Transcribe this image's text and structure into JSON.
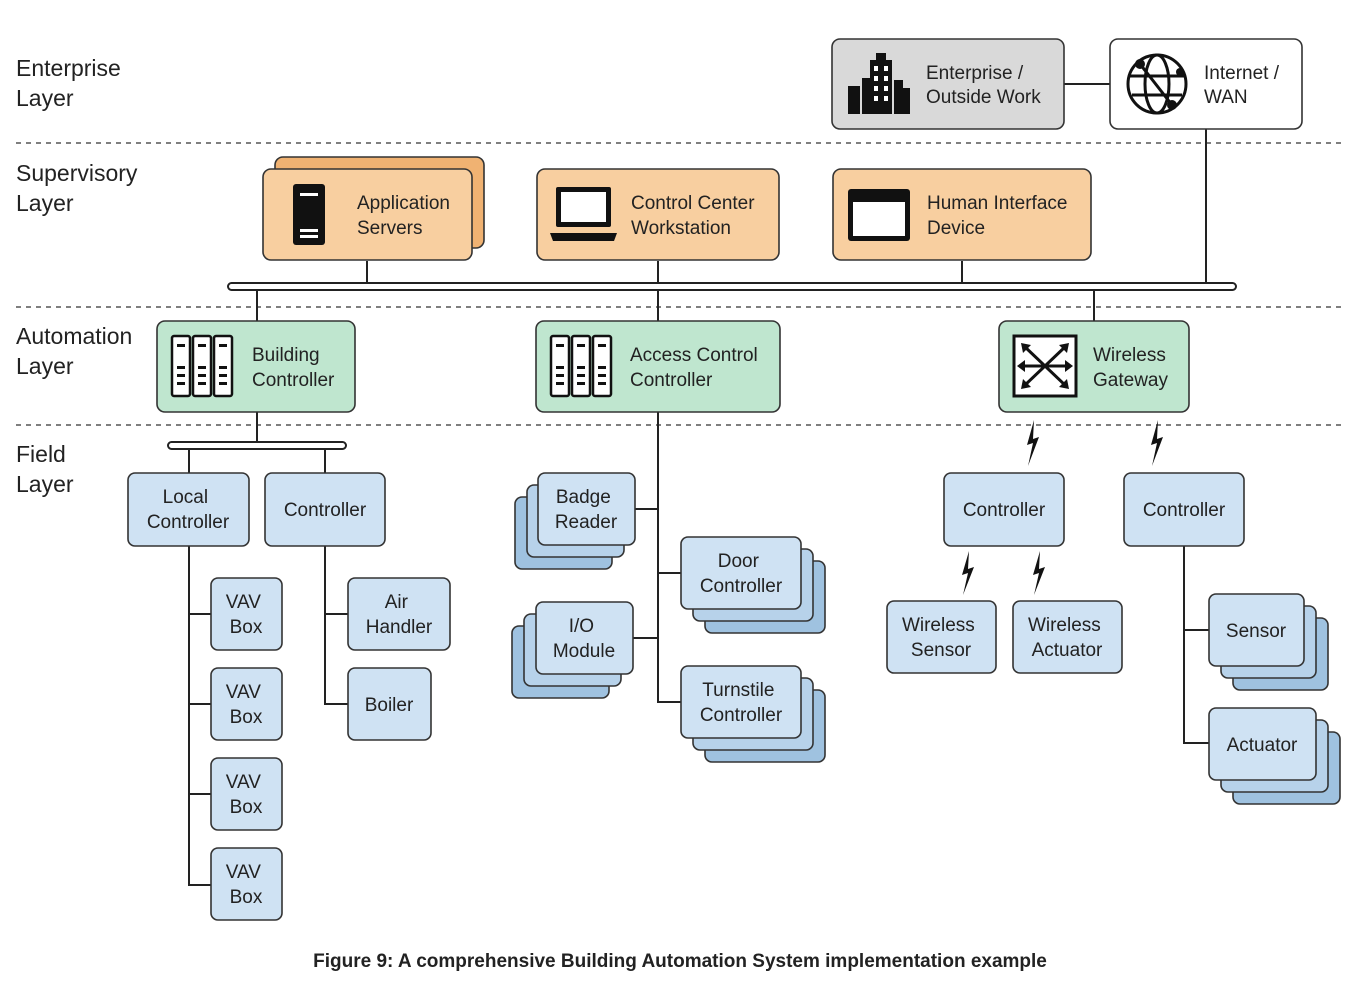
{
  "layers": {
    "enterprise": [
      "Enterprise",
      "Layer"
    ],
    "supervisory": [
      "Supervisory",
      "Layer"
    ],
    "automation": [
      "Automation",
      "Layer"
    ],
    "field": [
      "Field",
      "Layer"
    ]
  },
  "nodes": {
    "enterprise_outside_work": [
      "Enterprise /",
      "Outside Work"
    ],
    "internet_wan": [
      "Internet /",
      "WAN"
    ],
    "application_servers": [
      "Application",
      "Servers"
    ],
    "control_center_workstation": [
      "Control Center",
      "Workstation"
    ],
    "human_interface_device": [
      "Human Interface",
      "Device"
    ],
    "building_controller": [
      "Building",
      "Controller"
    ],
    "access_control_controller": [
      "Access Control",
      "Controller"
    ],
    "wireless_gateway": [
      "Wireless",
      "Gateway"
    ],
    "local_controller": [
      "Local",
      "Controller"
    ],
    "controller_hvac": [
      "Controller"
    ],
    "vav_box_1": [
      "VAV",
      "Box"
    ],
    "vav_box_2": [
      "VAV",
      "Box"
    ],
    "vav_box_3": [
      "VAV",
      "Box"
    ],
    "vav_box_4": [
      "VAV",
      "Box"
    ],
    "air_handler": [
      "Air",
      "Handler"
    ],
    "boiler": [
      "Boiler"
    ],
    "badge_reader": [
      "Badge",
      "Reader"
    ],
    "io_module": [
      "I/O",
      "Module"
    ],
    "door_controller": [
      "Door",
      "Controller"
    ],
    "turnstile_controller": [
      "Turnstile",
      "Controller"
    ],
    "wireless_controller_1": [
      "Controller"
    ],
    "wireless_controller_2": [
      "Controller"
    ],
    "wireless_sensor": [
      "Wireless",
      "Sensor"
    ],
    "wireless_actuator": [
      "Wireless",
      "Actuator"
    ],
    "sensor": [
      "Sensor"
    ],
    "actuator": [
      "Actuator"
    ]
  },
  "caption": "Figure 9: A comprehensive Building Automation System implementation example",
  "colors": {
    "enterprise_fill": "#d9d9d9",
    "internet_fill": "#ffffff",
    "supervisory_fill": "#f8cfa0",
    "supervisory_stack": "#f0b272",
    "automation_fill": "#bfe6cf",
    "field_fill": "#cfe2f3",
    "field_stack": "#9fc2e0",
    "stroke": "#333333"
  },
  "icons": {
    "enterprise_outside_work": "office-buildings-icon",
    "internet_wan": "globe-network-icon",
    "application_servers": "server-tower-icon",
    "control_center_workstation": "laptop-icon",
    "human_interface_device": "browser-window-icon",
    "building_controller": "controller-rack-icon",
    "access_control_controller": "controller-rack-icon",
    "wireless_gateway": "network-switch-icon"
  }
}
